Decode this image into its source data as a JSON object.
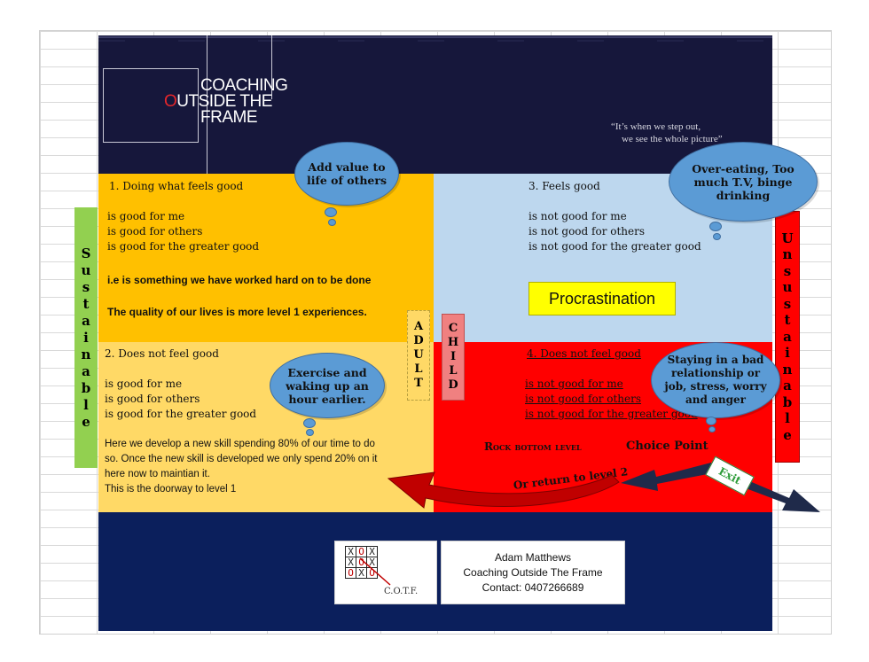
{
  "header": {
    "logo_lines": {
      "o": "O",
      "l1": "COACHING",
      "l2": "UTSIDE THE",
      "l3": "FRAME"
    },
    "quote": {
      "line1": "“It’s when we step out,",
      "line2": "we see the whole picture”"
    }
  },
  "side_labels": {
    "left": [
      "S",
      "u",
      "s",
      "t",
      "a",
      "i",
      "n",
      "a",
      "b",
      "l",
      "e"
    ],
    "right": [
      "U",
      "n",
      "s",
      "u",
      "s",
      "t",
      "a",
      "i",
      "n",
      "a",
      "b",
      "l",
      "e"
    ],
    "adult": [
      "A",
      "D",
      "U",
      "L",
      "T"
    ],
    "child": [
      "C",
      "H",
      "I",
      "L",
      "D"
    ]
  },
  "q1": {
    "title": "1. Doing what feels good",
    "lines": [
      "is good for me",
      "is good for others",
      "is good for the greater good"
    ],
    "bold1": "i.e is something we have worked hard on to be done",
    "bold2": "The quality of our lives is more level 1 experiences."
  },
  "q2": {
    "title": "3. Feels good",
    "lines": [
      "is not good for me",
      "is not good for others",
      "is not good for the greater good"
    ],
    "box": "Procrastination"
  },
  "q3": {
    "title": "2. Does not feel good",
    "lines": [
      "is good for me",
      "is good for others",
      "is good for the greater good"
    ],
    "body": [
      "Here we develop a new skill spending 80% of our time to do",
      "so.  Once the new skill is developed we only spend 20% on it",
      "here now to maintian it.",
      "This is the doorway to level 1"
    ]
  },
  "q4": {
    "title": "4. Does not feel good",
    "lines": [
      "is not good for me",
      "is not good for others",
      "is not good for the greater good"
    ],
    "rock_bottom": "Rock bottom level",
    "choice": "Choice Point",
    "return": "Or return to level 2",
    "exit": "Exit"
  },
  "clouds": {
    "add_value": "Add value to life of others",
    "overeating": "Over-eating, Too much T.V, binge drinking",
    "exercise": "Exercise and waking up an hour earlier.",
    "staying": "Staying in a bad relationship or job, stress, worry and anger"
  },
  "footer": {
    "logo_grid": [
      "X",
      "O",
      "X",
      "X",
      "O",
      "X",
      "O",
      "X",
      "O"
    ],
    "logo_caption": "C.O.T.F.",
    "contact": [
      "Adam Matthews",
      "Coaching Outside The Frame",
      "Contact: 0407266689"
    ]
  },
  "colors": {
    "q1": "#ffc000",
    "q2": "#bdd7ee",
    "q3": "#ffd966",
    "q4": "#ff0000",
    "header": "#16173b",
    "footer": "#0b1f5c",
    "sustainable": "#92d050",
    "unsustainable": "#ff0000",
    "cloud": "#5b9bd5"
  }
}
